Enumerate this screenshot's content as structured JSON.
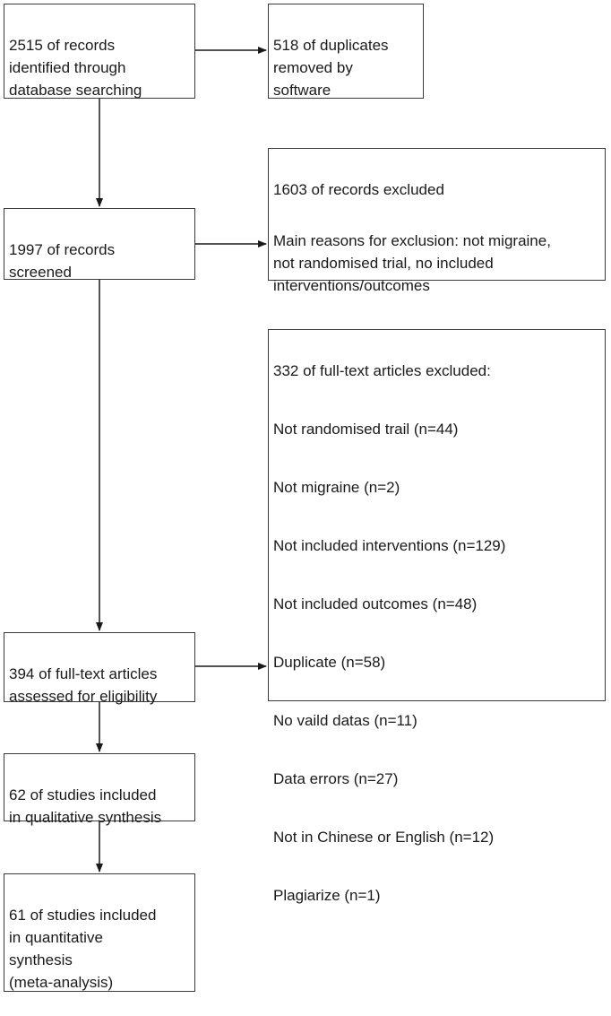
{
  "flow": {
    "identified": "2515 of records\nidentified through\ndatabase searching",
    "duplicates": "518 of duplicates\nremoved by\nsoftware",
    "screened": "1997 of records\nscreened",
    "records_excluded": {
      "title": "1603 of records excluded",
      "reasons": "Main reasons for exclusion: not migraine,\nnot randomised trial, no included\ninterventions/outcomes"
    },
    "assessed": "394 of full-text articles\nassessed for eligibility",
    "fulltext_excluded": {
      "title": "332 of full-text articles excluded:",
      "items": [
        "Not randomised trail (n=44)",
        "Not migraine (n=2)",
        "Not included interventions (n=129)",
        "Not included outcomes (n=48)",
        "Duplicate (n=58)",
        "No vaild datas (n=11)",
        "Data errors (n=27)",
        "Not in Chinese or English (n=12)",
        "Plagiarize (n=1)"
      ]
    },
    "qualitative": "62 of studies included\nin qualitative synthesis",
    "quantitative": "61 of studies included\nin quantitative\nsynthesis\n(meta-analysis)"
  },
  "colors": {
    "border": "#3a3a3a",
    "arrow": "#1a1a1a",
    "text": "#1a1a1a"
  }
}
